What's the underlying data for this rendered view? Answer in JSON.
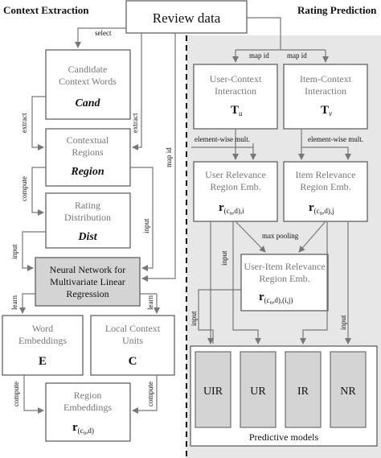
{
  "headers": {
    "left": "Context Extraction",
    "right": "Rating Prediction"
  },
  "review": "Review data",
  "left": {
    "cand": {
      "line1": "Candidate",
      "line2": "Context Words",
      "symbol": "Cand"
    },
    "region": {
      "line1": "Contextual",
      "line2": "Regions",
      "symbol": "Region"
    },
    "dist": {
      "line1": "Rating",
      "line2": "Distribution",
      "symbol": "Dist"
    },
    "nn": {
      "line1": "Neural Network for",
      "line2": "Multivariate Linear",
      "line3": "Regression"
    },
    "word": {
      "line1": "Word",
      "line2": "Embeddings",
      "symbol": "E"
    },
    "local": {
      "line1": "Local Context",
      "line2": "Units",
      "symbol": "C"
    },
    "regemb": {
      "line1": "Region",
      "line2": "Embeddings",
      "symbol": "r",
      "subscript": "(c",
      "subsub": "n",
      "subtail": ",d)"
    }
  },
  "right": {
    "uci": {
      "line1": "User-Context",
      "line2": "Interaction",
      "symbol": "T",
      "sub": "u"
    },
    "ici": {
      "line1": "Item-Context",
      "line2": "Interaction",
      "symbol": "T",
      "sub": "v"
    },
    "urr": {
      "line1": "User Relevance",
      "line2": "Region Emb.",
      "symbol": "r",
      "subpre": "(c",
      "subsub": "n",
      "subpost": ",d),i"
    },
    "irr": {
      "line1": "Item Relevance",
      "line2": "Region Emb.",
      "symbol": "r",
      "subpre": "(c",
      "subsub": "n",
      "subpost": ",d),j"
    },
    "uirr": {
      "line1": "User-Item Relevance",
      "line2": "Region Emb.",
      "symbol": "r",
      "subpre": "(c",
      "subsub": "n",
      "subpost": ",d),(i,j)"
    },
    "models": [
      "UIR",
      "UR",
      "IR",
      "NR"
    ],
    "models_label": "Predictive models"
  },
  "arrow_labels": {
    "select": "select",
    "extract_left": "extract",
    "extract_right": "extract",
    "map_id_left": "map id",
    "compute_1": "compute",
    "input_1": "input",
    "input_2": "input",
    "learn_1": "learn",
    "learn_2": "learn",
    "compute_2": "compute",
    "compute_3": "compute",
    "map_id_1": "map id",
    "map_id_2": "map id",
    "ewm_1": "element-wise mult.",
    "ewm_2": "element-wise mult.",
    "max_pooling": "max pooling",
    "input_r1": "input",
    "input_r2": "input",
    "input_r3": "input"
  }
}
